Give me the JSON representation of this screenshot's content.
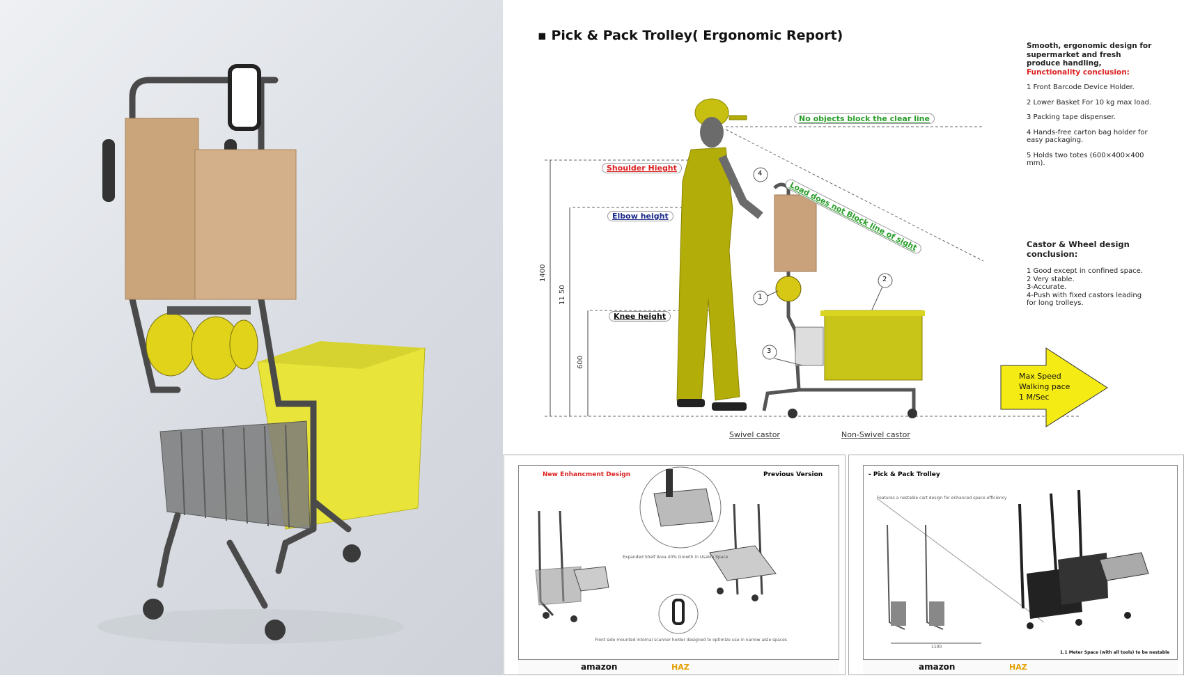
{
  "report": {
    "title": "▪ Pick & Pack Trolley( Ergonomic Report)",
    "intro": "Smooth, ergonomic design for supermarket and fresh produce handling,",
    "functionality_heading": "Functionality conclusion:",
    "functionality_items": [
      "1  Front Barcode Device Holder.",
      "2 Lower Basket For 10 kg max load.",
      "3 Packing tape dispenser.",
      "4 Hands-free carton bag holder for easy packaging.",
      "5 Holds two totes (600×400×400 mm)."
    ],
    "castor_heading": "Castor & Wheel design conclusion:",
    "castor_items": [
      "1  Good except in confined space.",
      "2 Very stable.",
      "3-Accurate.",
      "4-Push with fixed castors leading for long trolleys."
    ],
    "labels": {
      "clear_line": "No objects block the clear line",
      "load_sight": "Load does not Block line of sight",
      "shoulder": "Shoulder Hieght",
      "elbow": "Elbow height",
      "knee": "Knee height",
      "swivel": "Swivel castor",
      "non_swivel": "Non-Swivel castor"
    },
    "dimensions": {
      "d1": "1400",
      "d2": "11 50",
      "d3": "600"
    },
    "callouts": [
      "1",
      "2",
      "3",
      "4"
    ],
    "arrow": {
      "l1": "Max Speed",
      "l2": "Walking pace",
      "l3": "1 M/Sec"
    },
    "colors": {
      "figure": "#b8b000",
      "tote": "#e0dc1e",
      "green": "#2a9d2a",
      "red": "#d22",
      "blue": "#1a2a8a"
    }
  },
  "sheet_left": {
    "new_design": "New Enhancment Design",
    "previous": "Previous Version",
    "shelf_note": "Expanded Shelf Area   40% Growth in Usable Space",
    "scanner_note": "Front side mounted internal scanner holder designed to optimize use in narrow aisle spaces",
    "brand": "amazon",
    "logo": "HAZ"
  },
  "sheet_right": {
    "title": "- Pick & Pack Trolley",
    "nest_note": "Features a nestable cart design for enhanced space efficiency",
    "space_note": "1.1 Meter Space (with all tools) to be nestable",
    "dim": "1100",
    "brand": "amazon",
    "logo": "HAZ"
  }
}
